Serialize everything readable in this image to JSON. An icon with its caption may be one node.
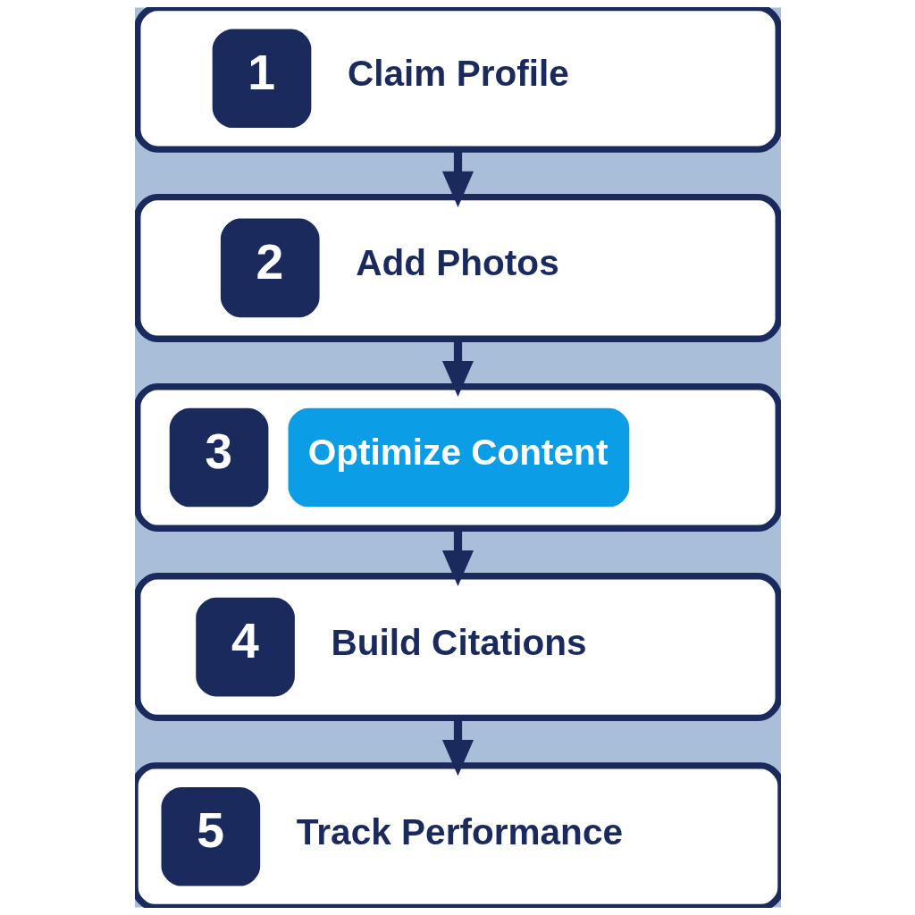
{
  "diagram": {
    "nodes": [
      {
        "text": [
          "1",
          "Claim Profile"
        ]
      },
      {
        "text": [
          "2",
          "Add Photos"
        ]
      },
      {
        "text": [
          "3",
          "Optimize Content"
        ]
      },
      {
        "text": [
          "4",
          "Build Citations"
        ]
      },
      {
        "text": [
          "5",
          "Track Performance"
        ]
      }
    ],
    "edges": [
      {
        "from": 0,
        "to": 1,
        "arrow": "to"
      },
      {
        "from": 1,
        "to": 2,
        "arrow": "to"
      },
      {
        "from": 2,
        "to": 3,
        "arrow": "to"
      },
      {
        "from": 3,
        "to": 4,
        "arrow": "to"
      }
    ]
  }
}
